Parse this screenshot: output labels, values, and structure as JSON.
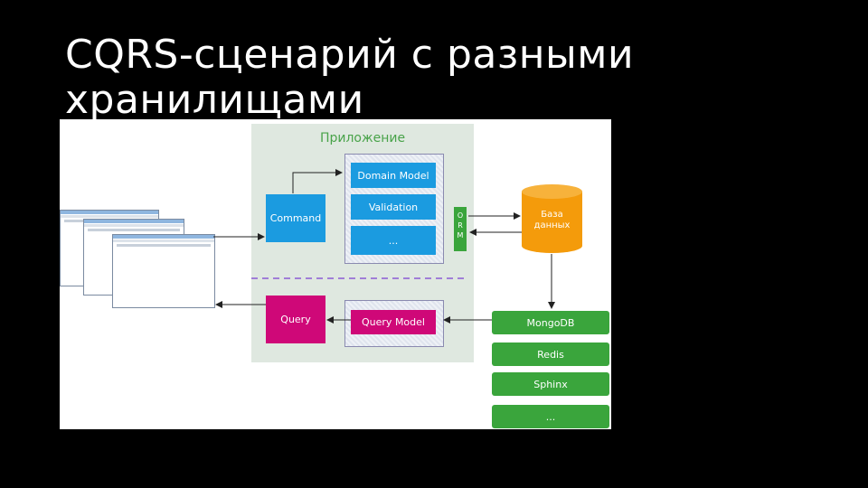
{
  "slide": {
    "title": "CQRS-сценарий с разными хранилищами"
  },
  "diagram": {
    "app_label": "Приложение",
    "command": "Command",
    "query": "Query",
    "domain_model": "Domain Model",
    "validation": "Validation",
    "command_more": "...",
    "query_model": "Query Model",
    "orm": [
      "O",
      "R",
      "M"
    ],
    "database": [
      "База",
      "данных"
    ],
    "stores": [
      "MongoDB",
      "Redis",
      "Sphinx",
      "..."
    ]
  },
  "colors": {
    "command_blue": "#1b9be0",
    "query_magenta": "#cf0878",
    "store_green": "#3aa53c",
    "database_orange": "#f49b0b",
    "app_label_green": "#49a34a",
    "separator_purple": "#7a3fd1"
  }
}
